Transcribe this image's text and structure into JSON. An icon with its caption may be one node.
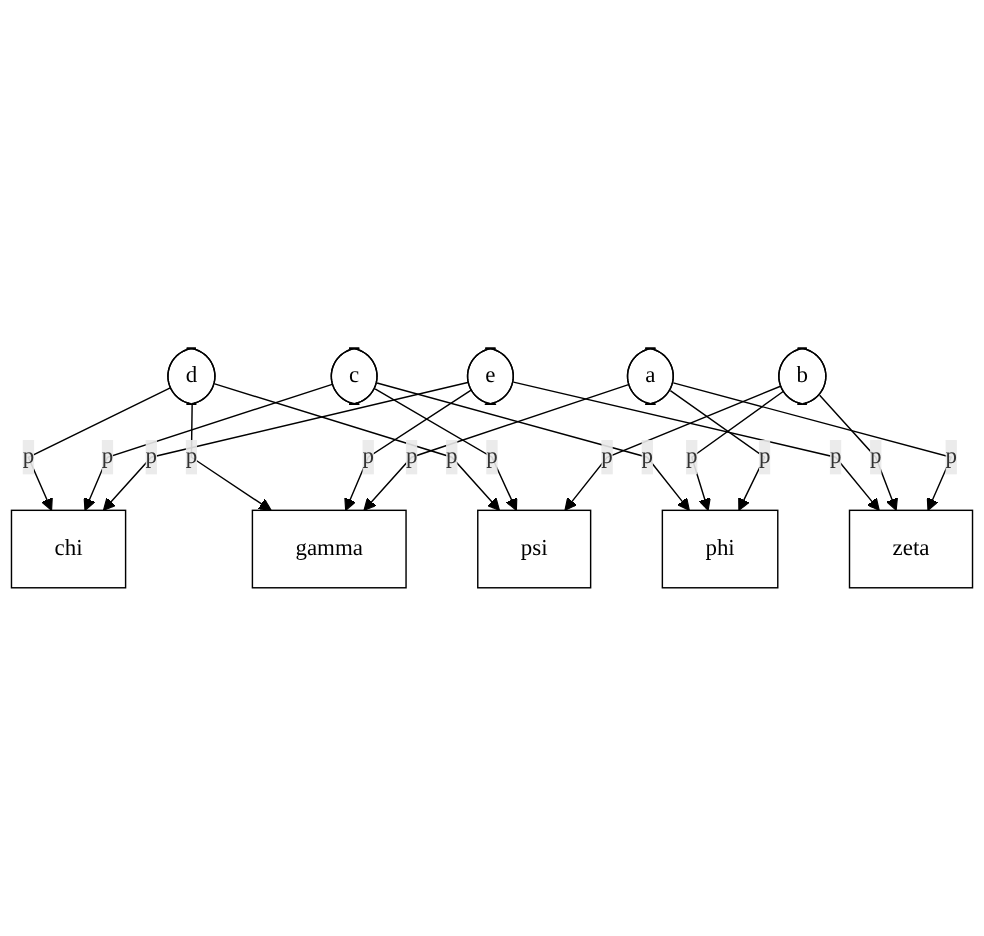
{
  "diagram": {
    "nodes": [
      {
        "text": [
          "chi"
        ]
      },
      {
        "text": [
          "d"
        ]
      },
      {
        "text": [
          "c"
        ]
      },
      {
        "text": [
          "gamma"
        ]
      },
      {
        "text": [
          "psi"
        ]
      },
      {
        "text": [
          "e"
        ]
      },
      {
        "text": [
          "b"
        ]
      },
      {
        "text": [
          "zeta"
        ]
      },
      {
        "text": [
          "phi"
        ]
      },
      {
        "text": [
          "a"
        ]
      }
    ],
    "edges": [
      {
        "from": 1,
        "to": 0,
        "arrow": "to",
        "label": "p"
      },
      {
        "from": 1,
        "to": 3,
        "arrow": "to",
        "label": "p"
      },
      {
        "from": 1,
        "to": 4,
        "arrow": "to",
        "label": "p"
      },
      {
        "from": 2,
        "to": 0,
        "arrow": "to",
        "label": "p"
      },
      {
        "from": 2,
        "to": 4,
        "arrow": "to",
        "label": "p"
      },
      {
        "from": 2,
        "to": 8,
        "arrow": "to",
        "label": "p"
      },
      {
        "from": 5,
        "to": 0,
        "arrow": "to",
        "label": "p"
      },
      {
        "from": 5,
        "to": 3,
        "arrow": "to",
        "label": "p"
      },
      {
        "from": 5,
        "to": 7,
        "arrow": "to",
        "label": "p"
      },
      {
        "from": 6,
        "to": 4,
        "arrow": "to",
        "label": "p"
      },
      {
        "from": 6,
        "to": 7,
        "arrow": "to",
        "label": "p"
      },
      {
        "from": 6,
        "to": 8,
        "arrow": "to",
        "label": "p"
      },
      {
        "from": 9,
        "to": 8,
        "arrow": "to",
        "label": "p"
      },
      {
        "from": 9,
        "to": 3,
        "arrow": "to",
        "label": "p"
      },
      {
        "from": 9,
        "to": 7,
        "arrow": "to",
        "label": "p"
      }
    ]
  }
}
